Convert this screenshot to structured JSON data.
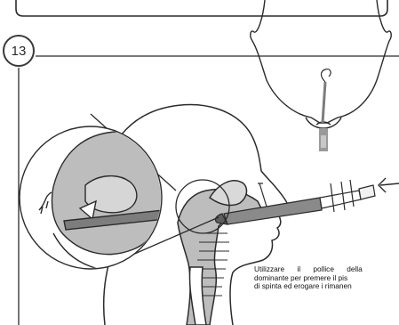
{
  "step": {
    "number": "13"
  },
  "caption": {
    "line1": "Utilizzare il pollice della",
    "line2": "dominante per premere il pis",
    "line3": "di spinta ed erogare i rimanen"
  },
  "illustration": {
    "top_view": "head-top-view-with-nasal-device",
    "side_view": "head-side-view-with-syringe-in-nostril",
    "detail": "magnified-nasal-cavity-detail",
    "arrow": "push-direction-arrow"
  },
  "colors": {
    "line": "#2b2b2b",
    "gray_fill": "#bdbdbd",
    "device": "#7d7d7d"
  }
}
